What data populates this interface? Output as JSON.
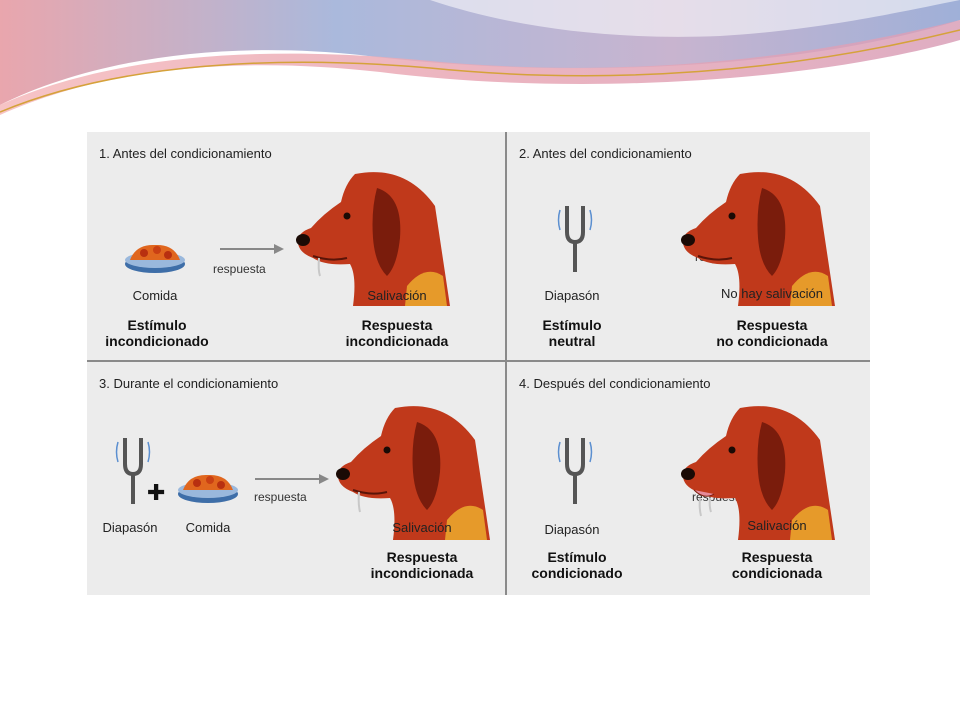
{
  "colors": {
    "dog_body": "#c0391b",
    "dog_dark": "#7a1c0c",
    "dog_spot": "#e69a2a",
    "background": "#ececec",
    "arrow": "#888888"
  },
  "panels": [
    {
      "title": "1. Antes del condicionamiento",
      "arrow_label": "respuesta",
      "stimulus_caption": "Comida",
      "stimulus_bold": [
        "Estímulo",
        "incondicionado"
      ],
      "response_caption": "Salivación",
      "response_bold": [
        "Respuesta",
        "incondicionada"
      ]
    },
    {
      "title": "2. Antes del condicionamiento",
      "arrow_label": "respuesta",
      "stimulus_caption": "Diapasón",
      "stimulus_bold": [
        "Estímulo",
        "neutral"
      ],
      "response_caption": "No hay salivación",
      "response_bold": [
        "Respuesta",
        "no condicionada"
      ]
    },
    {
      "title": "3. Durante el condicionamiento",
      "arrow_label": "respuesta",
      "stimulus_caption_a": "Diapasón",
      "stimulus_caption_b": "Comida",
      "response_caption": "Salivación",
      "response_bold": [
        "Respuesta",
        "incondicionada"
      ]
    },
    {
      "title": "4. Después del condicionamiento",
      "arrow_label": "respuesta",
      "stimulus_caption": "Diapasón",
      "stimulus_bold": [
        "Estímulo",
        "condicionado"
      ],
      "response_caption": "Salivación",
      "response_bold": [
        "Respuesta",
        "condicionada"
      ]
    }
  ]
}
